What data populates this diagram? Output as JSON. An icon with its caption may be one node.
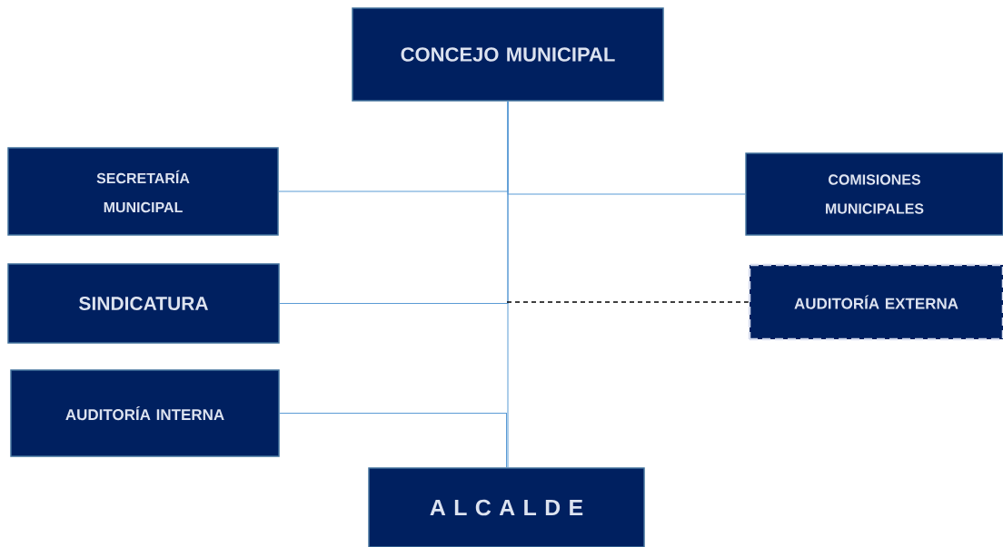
{
  "diagram": {
    "nodes": [
      {
        "text": [
          "CONCEJO MUNICIPAL"
        ]
      },
      {
        "text": [
          "SECRETARÍA MUNICIPAL"
        ]
      },
      {
        "text": [
          "COMISIONES MUNICIPALES"
        ]
      },
      {
        "text": [
          "SINDICATURA"
        ]
      },
      {
        "text": [
          "AUDITORÍA EXTERNA"
        ]
      },
      {
        "text": [
          "AUDITORÍA INTERNA"
        ]
      },
      {
        "text": [
          "A L C A L D E"
        ]
      }
    ],
    "edges": [
      {
        "from": 0,
        "to": 6,
        "arrow": "none"
      },
      {
        "from": 1,
        "to": 0,
        "arrow": "none"
      },
      {
        "from": 2,
        "to": 0,
        "arrow": "none"
      },
      {
        "from": 3,
        "to": 0,
        "arrow": "none"
      },
      {
        "from": null,
        "to": 4,
        "arrow": "none",
        "style": "dashed",
        "color": "#000000"
      },
      {
        "from": 5,
        "to": 6,
        "arrow": "none"
      }
    ]
  }
}
